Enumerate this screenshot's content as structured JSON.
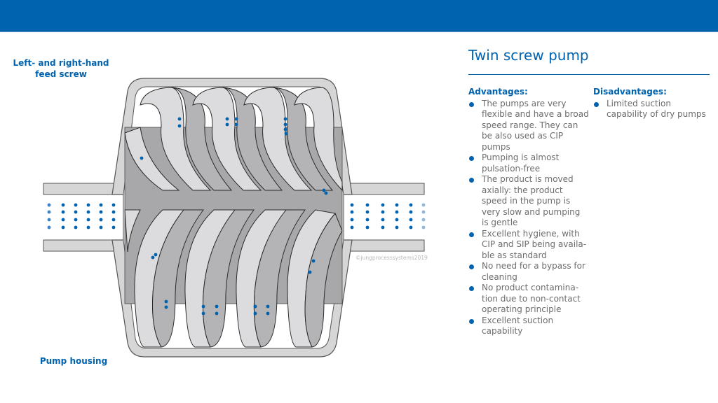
{
  "header": {
    "color": "#0063af"
  },
  "diagram": {
    "labels": {
      "feed_screw": "Left- and right-hand feed screw",
      "pump_housing": "Pump housing"
    },
    "copyright": "©jungprocesssystems2019",
    "colors": {
      "accent": "#0063af",
      "housing": "#d6d6d6",
      "screw_light": "#dcdcde",
      "screw_dark": "#b4b4b6",
      "shadow": "#a6a6a8"
    }
  },
  "content": {
    "title": "Twin screw pump",
    "advantages": {
      "heading": "Advantages:",
      "items": [
        "The pumps are very flexible and have a broad speed range. They can be also used as CIP pumps",
        "Pumping is almost pulsation-free",
        "The product is moved axially: the product speed in the pump is very slow and pumping is gentle",
        "Excellent hygiene, with CIP and SIP being availa-ble as standard",
        "No need for a bypass for cleaning",
        "No product contamina-tion due to non-contact operating principle",
        "Excellent suction capability"
      ]
    },
    "disadvantages": {
      "heading": "Disadvantages:",
      "items": [
        "Limited suction capability of dry pumps"
      ]
    }
  }
}
